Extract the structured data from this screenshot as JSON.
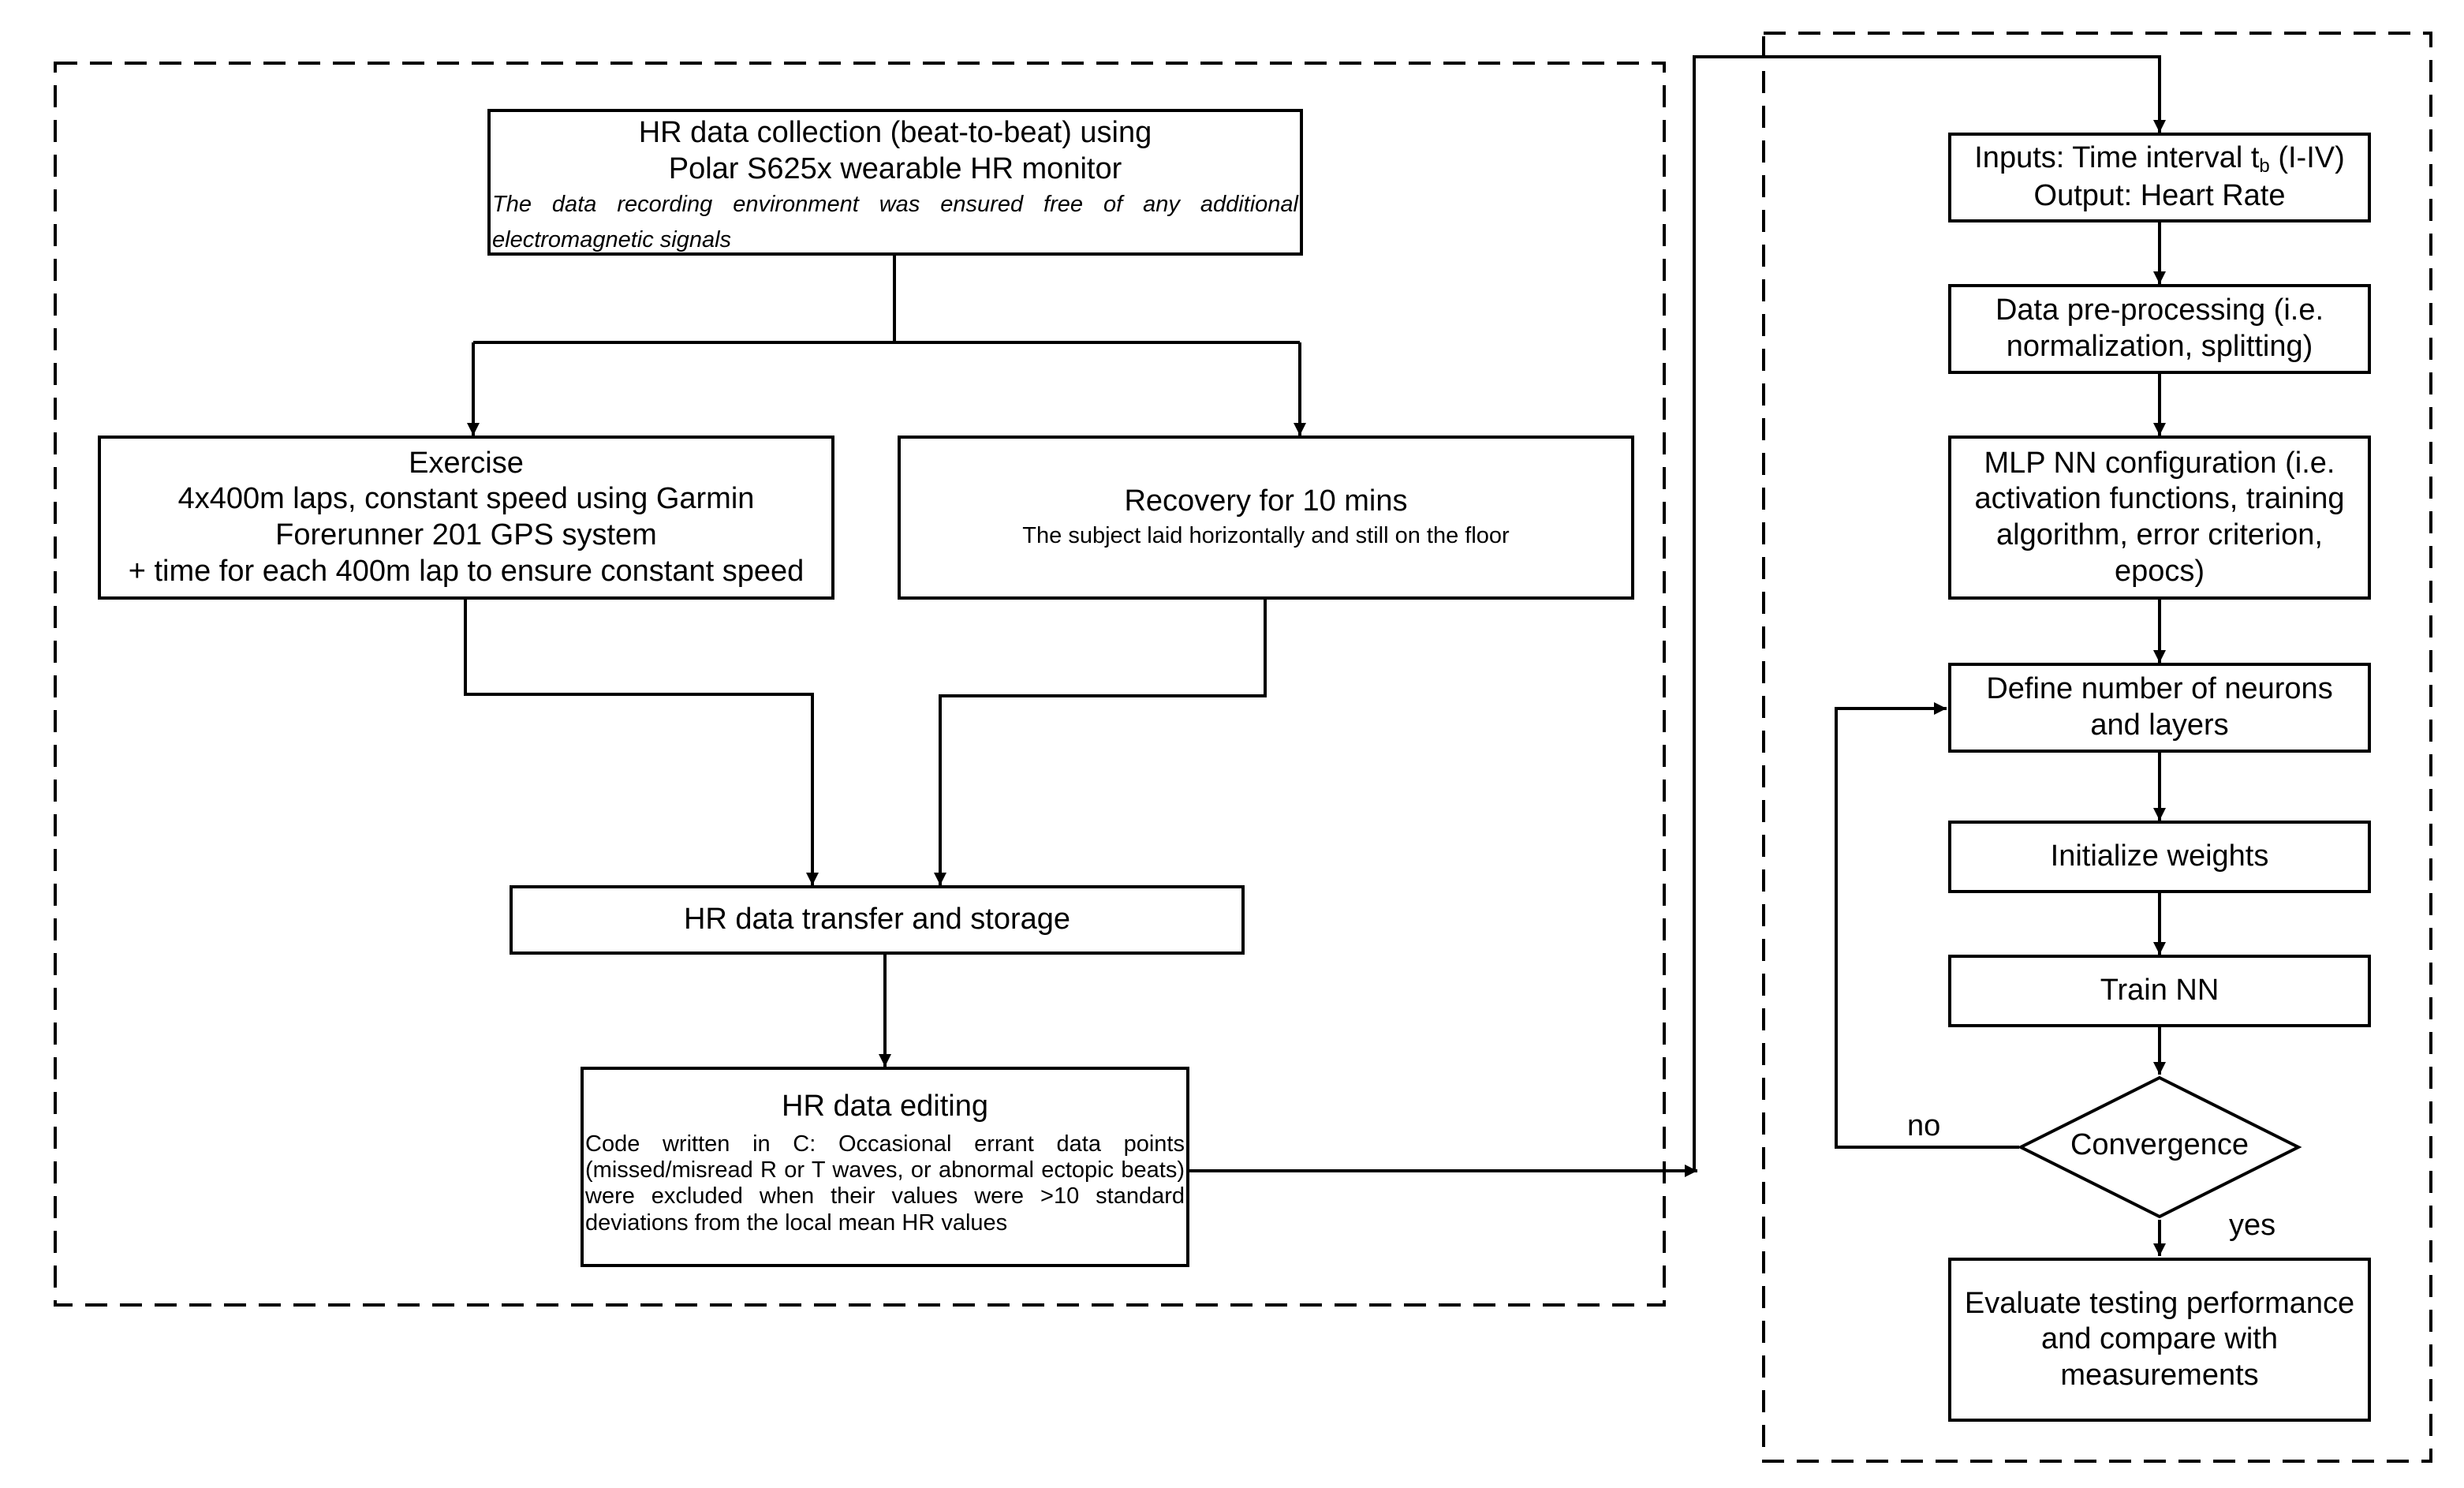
{
  "left_panel": {
    "collection": {
      "line1": "HR data collection (beat-to-beat) using",
      "line2": "Polar S625x wearable HR monitor",
      "note": "The data recording environment was ensured free of any additional electromagnetic signals"
    },
    "exercise": {
      "title": "Exercise",
      "line1": "4x400m laps, constant speed using Garmin",
      "line2": "Forerunner 201 GPS system",
      "line3": "+ time for each 400m lap to ensure constant speed"
    },
    "recovery": {
      "title": "Recovery for 10 mins",
      "note": "The subject laid horizontally and still on the floor"
    },
    "transfer": {
      "label": "HR data transfer and storage"
    },
    "editing": {
      "title": "HR data editing",
      "note": "Code written in C: Occasional errant data points (missed/misread R or T waves, or abnormal ectopic beats) were excluded when their values were >10 standard deviations from the local mean HR values"
    }
  },
  "right_panel": {
    "inputs": {
      "line1_prefix": "Inputs: Time interval t",
      "line1_sub": "b",
      "line1_suffix": " (I-IV)",
      "line2": "Output: Heart Rate"
    },
    "preprocessing": {
      "line1": "Data pre-processing (i.e.",
      "line2": "normalization, splitting)"
    },
    "mlp": {
      "line1": "MLP NN configuration (i.e.",
      "line2": "activation functions, training",
      "line3": "algorithm, error criterion,",
      "line4": "epocs)"
    },
    "neurons": {
      "line1": "Define number of neurons",
      "line2": "and layers"
    },
    "init": {
      "label": "Initialize weights"
    },
    "train": {
      "label": "Train NN"
    },
    "convergence": {
      "label": "Convergence",
      "no_label": "no",
      "yes_label": "yes"
    },
    "evaluate": {
      "line1": "Evaluate testing performance",
      "line2": "and compare with",
      "line3": "measurements"
    }
  }
}
